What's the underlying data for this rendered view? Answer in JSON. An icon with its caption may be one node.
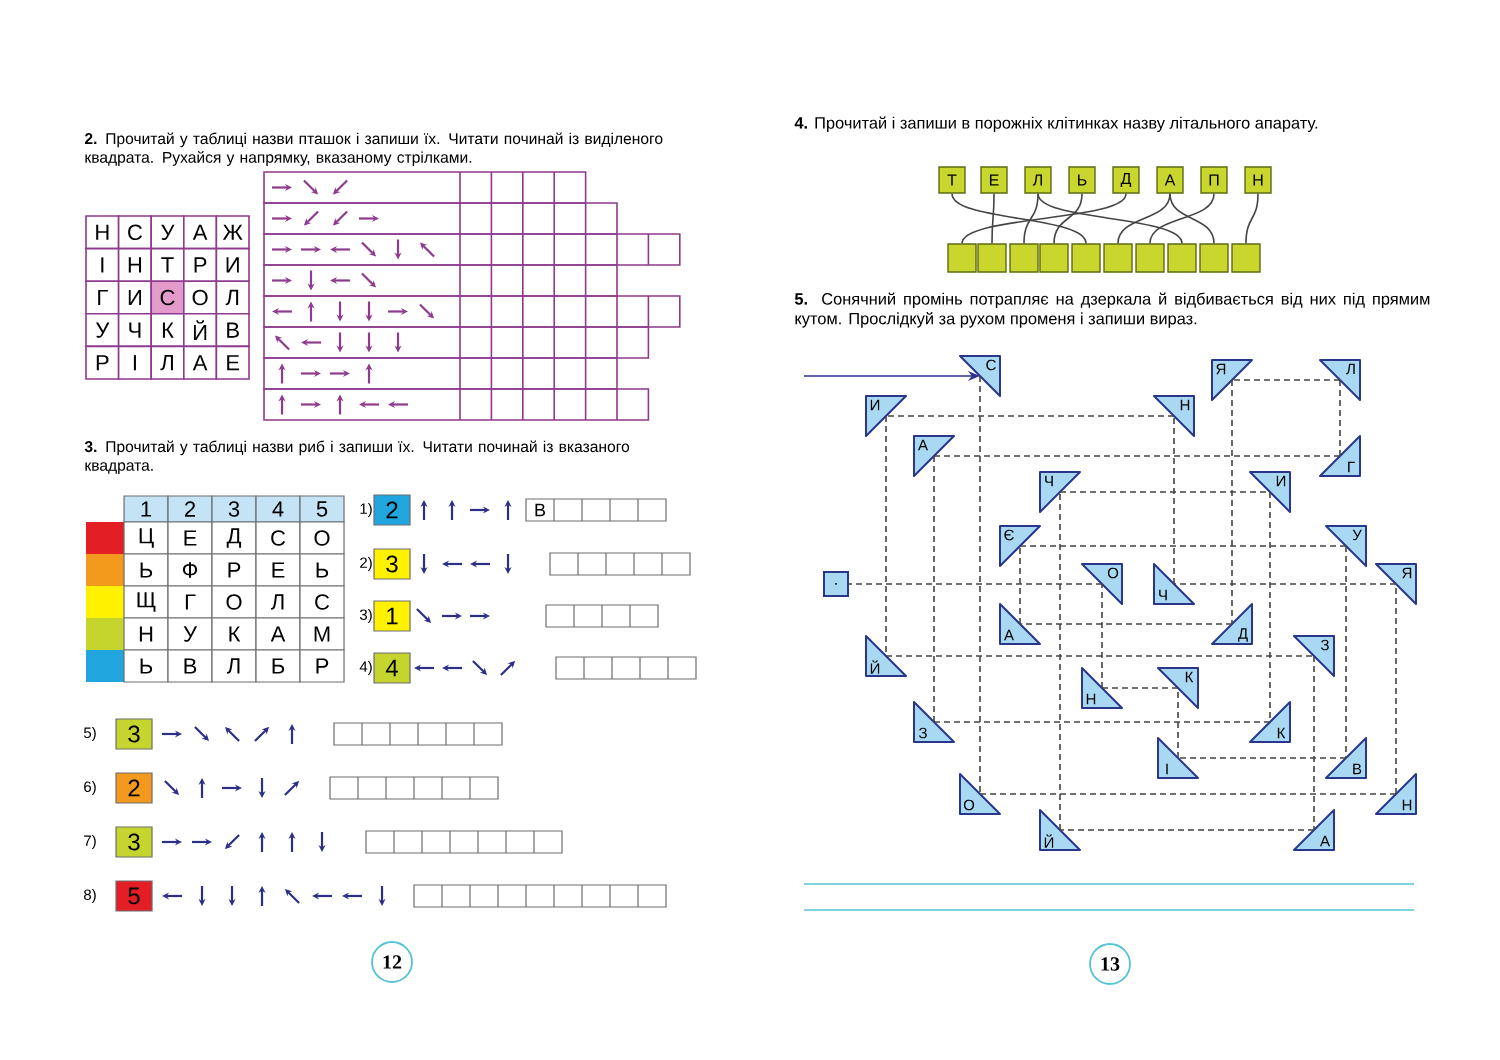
{
  "diagram": {
    "nodes": [
      {
        "text": [
          "Т"
        ]
      },
      {
        "text": [
          "Е"
        ]
      },
      {
        "text": [
          "Л"
        ]
      },
      {
        "text": [
          "Ь"
        ]
      },
      {
        "text": [
          "Д"
        ]
      },
      {
        "text": [
          "А"
        ]
      },
      {
        "text": [
          "П"
        ]
      },
      {
        "text": [
          "Н"
        ]
      },
      {
        "text": [],
        "shape": "box"
      },
      {
        "text": [],
        "shape": "box"
      },
      {
        "text": [],
        "shape": "box"
      },
      {
        "text": [],
        "shape": "box"
      },
      {
        "text": [],
        "shape": "box"
      },
      {
        "text": [],
        "shape": "box"
      },
      {
        "text": [],
        "shape": "box"
      },
      {
        "text": [],
        "shape": "box"
      },
      {
        "text": [],
        "shape": "box"
      },
      {
        "text": [],
        "shape": "box"
      },
      {
        "text": [
          "С"
        ]
      },
      {
        "text": [
          "Я"
        ]
      },
      {
        "text": [
          "Л"
        ]
      },
      {
        "text": [
          "И"
        ]
      },
      {
        "text": [
          "Н"
        ]
      },
      {
        "text": [
          "А"
        ]
      },
      {
        "text": [
          "Г"
        ]
      },
      {
        "text": [
          "Ч"
        ]
      },
      {
        "text": [
          "И"
        ]
      },
      {
        "text": [
          "Є"
        ]
      },
      {
        "text": [
          "У"
        ]
      },
      {
        "text": [
          "."
        ]
      },
      {
        "text": [
          "О"
        ]
      },
      {
        "text": [
          "Ч"
        ]
      },
      {
        "text": [
          "Я"
        ]
      },
      {
        "text": [
          "А"
        ]
      },
      {
        "text": [
          "Д"
        ]
      },
      {
        "text": [
          "Й"
        ]
      },
      {
        "text": [
          "З"
        ]
      },
      {
        "text": [
          "Н"
        ]
      },
      {
        "text": [
          "К"
        ]
      },
      {
        "text": [
          "З"
        ]
      },
      {
        "text": [
          "К"
        ]
      },
      {
        "text": [
          "І"
        ]
      },
      {
        "text": [
          "В"
        ]
      },
      {
        "text": [
          "О"
        ]
      },
      {
        "text": [
          "Н"
        ]
      },
      {
        "text": [
          "Й"
        ]
      },
      {
        "text": [
          "А"
        ]
      }
    ],
    "edges": [
      {
        "from": 4,
        "to": 8,
        "arrow": "none"
      },
      {
        "from": 1,
        "to": 9,
        "arrow": "none"
      },
      {
        "from": 2,
        "to": 10,
        "arrow": "none"
      },
      {
        "from": 3,
        "to": 11,
        "arrow": "none"
      },
      {
        "from": 0,
        "to": 12,
        "arrow": "none"
      },
      {
        "from": 5,
        "to": 13,
        "arrow": "none"
      },
      {
        "from": 6,
        "to": 14,
        "arrow": "none"
      },
      {
        "from": 2,
        "to": 15,
        "arrow": "none"
      },
      {
        "from": 5,
        "to": 16,
        "arrow": "none"
      },
      {
        "from": 7,
        "to": 17,
        "arrow": "none"
      },
      {
        "from": null,
        "to": 18,
        "arrow": "to",
        "color": "#2e3192"
      },
      {
        "from": 18,
        "to": 43,
        "arrow": "none",
        "style": "dashed"
      },
      {
        "from": 43,
        "to": 44,
        "arrow": "none",
        "style": "dashed"
      },
      {
        "from": 44,
        "to": 32,
        "arrow": "none",
        "style": "dashed"
      },
      {
        "from": 32,
        "to": 31,
        "arrow": "none",
        "style": "dashed"
      },
      {
        "from": 31,
        "to": 22,
        "arrow": "none",
        "style": "dashed"
      },
      {
        "from": 22,
        "to": 21,
        "arrow": "none",
        "style": "dashed"
      },
      {
        "from": 21,
        "to": 35,
        "arrow": "none",
        "style": "dashed"
      },
      {
        "from": 35,
        "to": 36,
        "arrow": "none",
        "style": "dashed"
      },
      {
        "from": 36,
        "to": 46,
        "arrow": "none",
        "style": "dashed"
      },
      {
        "from": 46,
        "to": 45,
        "arrow": "none",
        "style": "dashed"
      },
      {
        "from": 45,
        "to": 25,
        "arrow": "none",
        "style": "dashed"
      },
      {
        "from": 25,
        "to": 26,
        "arrow": "none",
        "style": "dashed"
      },
      {
        "from": 26,
        "to": 40,
        "arrow": "none",
        "style": "dashed"
      },
      {
        "from": 40,
        "to": 39,
        "arrow": "none",
        "style": "dashed"
      },
      {
        "from": 39,
        "to": 23,
        "arrow": "none",
        "style": "dashed"
      },
      {
        "from": 23,
        "to": 24,
        "arrow": "none",
        "style": "dashed"
      },
      {
        "from": 24,
        "to": 20,
        "arrow": "none",
        "style": "dashed"
      },
      {
        "from": 20,
        "to": 19,
        "arrow": "none",
        "style": "dashed"
      },
      {
        "from": 19,
        "to": 34,
        "arrow": "none",
        "style": "dashed"
      },
      {
        "from": 34,
        "to": 33,
        "arrow": "none",
        "style": "dashed"
      },
      {
        "from": 33,
        "to": 27,
        "arrow": "none",
        "style": "dashed"
      },
      {
        "from": 27,
        "to": 28,
        "arrow": "none",
        "style": "dashed"
      },
      {
        "from": 28,
        "to": 42,
        "arrow": "none",
        "style": "dashed"
      },
      {
        "from": 42,
        "to": 41,
        "arrow": "none",
        "style": "dashed"
      },
      {
        "from": 41,
        "to": 38,
        "arrow": "none",
        "style": "dashed"
      },
      {
        "from": 38,
        "to": 37,
        "arrow": "none",
        "style": "dashed"
      },
      {
        "from": 37,
        "to": 30,
        "arrow": "none",
        "style": "dashed"
      },
      {
        "from": 30,
        "to": 29,
        "arrow": "none",
        "style": "dashed"
      }
    ],
    "labels": [
      "**2.** Прочитай у таблиці назви пташок і запиши їх. Читати починай із виділеного квадрата. Рухайся у напрямку, вказаному стрілками.",
      "Н",
      "С",
      "У",
      "А",
      "Ж",
      "І",
      "Н",
      "Т",
      "Р",
      "И",
      "Г",
      "И",
      "С",
      "О",
      "Л",
      "У",
      "Ч",
      "К",
      "Й",
      "В",
      "Р",
      "І",
      "Л",
      "А",
      "Е",
      "**3.** Прочитай у таблиці назви риб і запиши їх. Читати починай із вказаного квадрата.",
      "1",
      "2",
      "3",
      "4",
      "5",
      "Ц",
      "Е",
      "Д",
      "С",
      "О",
      "Ь",
      "Ф",
      "Р",
      "Е",
      "Ь",
      "Щ",
      "Г",
      "О",
      "Л",
      "С",
      "Н",
      "У",
      "К",
      "А",
      "М",
      "Ь",
      "В",
      "Л",
      "Б",
      "Р",
      "1)",
      "2",
      "В",
      "2)",
      "3",
      "3)",
      "1",
      "4)",
      "4",
      "5)",
      "3",
      "6)",
      "2",
      "7)",
      "3",
      "8)",
      "5",
      "12",
      "**4.** Прочитай і запиши в порожніх клітинках назву літального апарату.",
      "**5.** Сонячний промінь потрапляє на дзеркала й відбивається від них під прямим кутом. Прослідкуй за рухом променя і запиши вираз.",
      "13"
    ]
  }
}
